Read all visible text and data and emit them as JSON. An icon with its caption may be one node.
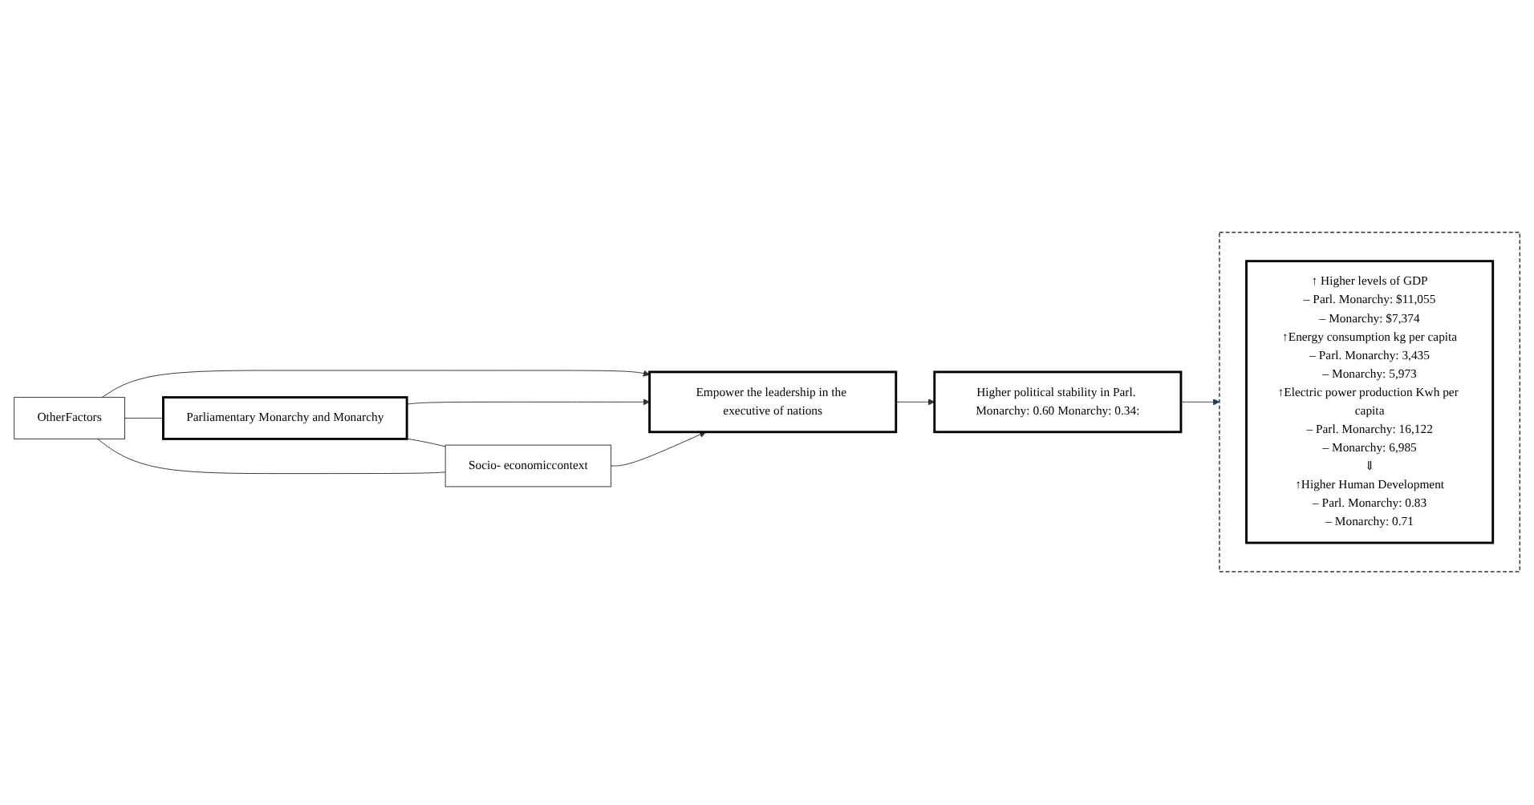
{
  "diagram": {
    "nodes": [
      {
        "text": [
          "OtherFactors"
        ]
      },
      {
        "text": [
          "Parliamentary Monarchy and Monarchy"
        ]
      },
      {
        "text": [
          "Socio- economiccontext"
        ]
      },
      {
        "text": [
          "Empower the leadership in the executive of nations"
        ]
      },
      {
        "text": [
          "Higher political stability in Parl. Monarchy: 0.60 Monarchy: 0.34:"
        ]
      },
      {
        "text": [],
        "shape": "box"
      },
      {
        "text": [
          "↑ Higher levels of GDP",
          "– Parl. Monarchy: $11,055",
          "– Monarchy: $7,374",
          "↑Energy consumption kg per capita",
          "– Parl. Monarchy: 3,435",
          "– Monarchy: 5,973",
          "↑Electric power production Kwh per capita",
          "– Parl. Monarchy: 16,122",
          "– Monarchy: 6,985",
          "⇓",
          "↑Higher Human Development",
          "– Parl. Monarchy: 0.83",
          "– Monarchy: 0.71"
        ],
        "in": 5
      }
    ],
    "edges": [
      {
        "from": 0,
        "to": 1,
        "arrow": "none"
      },
      {
        "from": 1,
        "to": 2,
        "arrow": "none"
      },
      {
        "from": 0,
        "to": 2,
        "arrow": "none"
      },
      {
        "from": 0,
        "to": 3,
        "arrow": "to"
      },
      {
        "from": 1,
        "to": 3,
        "arrow": "to"
      },
      {
        "from": 2,
        "to": 3,
        "arrow": "to"
      },
      {
        "from": 3,
        "to": 4,
        "arrow": "to"
      },
      {
        "from": 4,
        "to": 5,
        "arrow": "to",
        "color": "#1f3a5f"
      }
    ]
  }
}
